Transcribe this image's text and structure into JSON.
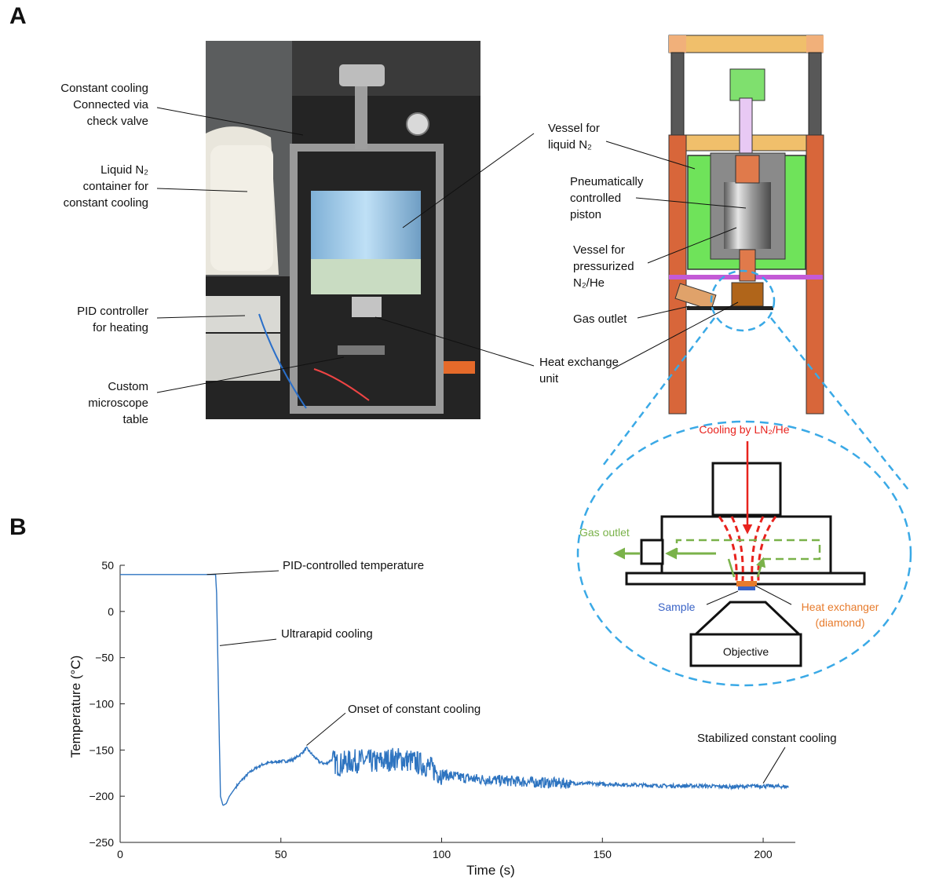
{
  "panels": {
    "a": "A",
    "b": "B"
  },
  "photo_labels": {
    "constant_cooling": [
      "Constant cooling",
      "Connected via",
      "check valve"
    ],
    "ln2_container": [
      "Liquid N₂",
      "container for",
      "constant cooling"
    ],
    "pid_controller": [
      "PID controller",
      "for heating"
    ],
    "microscope_table": [
      "Custom",
      "microscope",
      "table"
    ],
    "heat_exchange": [
      "Heat exchange",
      "unit"
    ]
  },
  "cad_labels": {
    "vessel_ln2": [
      "Vessel for",
      "liquid N₂"
    ],
    "piston": [
      "Pneumatically",
      "controlled",
      "piston"
    ],
    "vessel_pressurized": [
      "Vessel for",
      "pressurized",
      "N₂/He"
    ],
    "gas_outlet": "Gas outlet"
  },
  "inset": {
    "cooling": "Cooling by LN₂/He",
    "gas_outlet": "Gas outlet",
    "sample": "Sample",
    "heat_exchanger": [
      "Heat exchanger",
      "(diamond)"
    ],
    "objective": "Objective"
  },
  "colors": {
    "cooling_red": "#e8231e",
    "gas_green": "#7ab24a",
    "sample_blue": "#3a63c6",
    "exchanger_orange": "#e77b2c",
    "inset_dash_blue": "#3aa9e6",
    "trace_blue": "#2e74c0",
    "frame_orange": "#d8663a",
    "vessel_green": "#6fe35a"
  },
  "chart_data": {
    "type": "line",
    "title": "",
    "xlabel": "Time (s)",
    "ylabel": "Temperature (°C)",
    "xlim": [
      0,
      210
    ],
    "ylim": [
      -250,
      50
    ],
    "xticks": [
      0,
      50,
      100,
      150,
      200
    ],
    "yticks": [
      50,
      0,
      -50,
      -100,
      -150,
      -200,
      -250
    ],
    "grid": false,
    "series": [
      {
        "x": [
          0,
          29.7,
          30.0,
          31.2,
          32,
          33,
          34,
          35,
          36,
          38,
          40,
          42,
          44,
          46,
          48,
          50,
          52,
          54,
          56,
          58,
          60,
          62,
          64,
          66,
          68,
          70,
          75,
          80,
          85,
          90,
          95,
          100,
          105,
          110,
          115,
          120,
          125,
          130,
          140,
          150,
          160,
          170,
          180,
          190,
          200,
          208
        ],
        "y": [
          40,
          40,
          20,
          -200,
          -210,
          -208,
          -200,
          -195,
          -190,
          -182,
          -175,
          -170,
          -166,
          -164,
          -163,
          -162,
          -162,
          -160,
          -155,
          -148,
          -156,
          -163,
          -165,
          -160,
          -165,
          -162,
          -160,
          -162,
          -158,
          -160,
          -165,
          -175,
          -178,
          -180,
          -181,
          -182,
          -183,
          -184,
          -185,
          -186,
          -187,
          -188,
          -188,
          -189,
          -188,
          -189
        ]
      }
    ],
    "annotations": [
      "PID-controlled temperature",
      "Ultrarapid cooling",
      "Onset of constant cooling",
      "Stabilized constant cooling"
    ]
  }
}
